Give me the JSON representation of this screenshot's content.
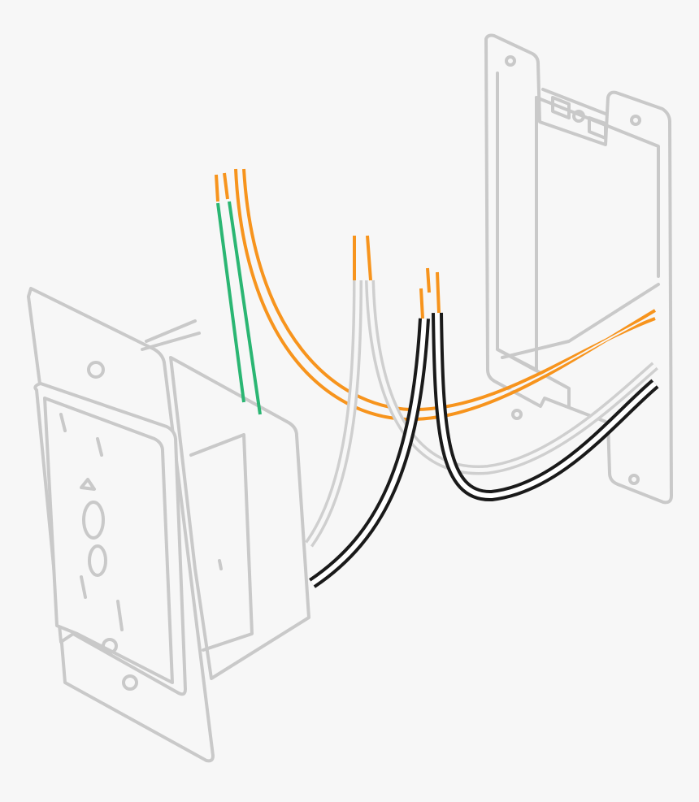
{
  "colors": {
    "background": "#f7f7f7",
    "outline": "#c9c9c9",
    "ground_wire": "#2bb673",
    "copper_ends": "#f7941d",
    "hot_wire": "#1a1a1a",
    "neutral_wire": "#cfcfcf"
  },
  "icons": [
    "outlet-device",
    "wall-box",
    "wire-bundle"
  ]
}
